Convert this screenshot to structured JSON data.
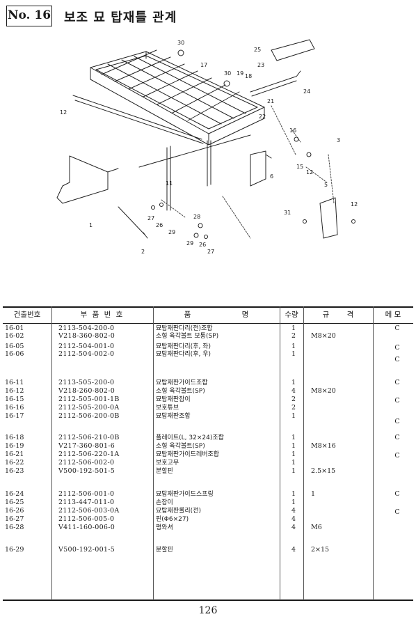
{
  "header": {
    "section_no": "No. 16",
    "title": "보조 묘 탑재틀 관계"
  },
  "diagram": {
    "refs": [
      "30",
      "25",
      "17",
      "30",
      "19",
      "18",
      "23",
      "24",
      "21",
      "22",
      "12",
      "16",
      "15",
      "12",
      "6",
      "11",
      "5",
      "31",
      "12",
      "28",
      "27",
      "26",
      "29",
      "29",
      "26",
      "27",
      "1",
      "2",
      "3"
    ]
  },
  "table": {
    "headers": {
      "no": "건출번호",
      "part_no": "부 품 번 호",
      "name": "품 명",
      "qty": "수량",
      "spec": "규 격",
      "memo": "메 모"
    },
    "rows": [
      {
        "no": "16-01",
        "part": "2113-504-200-0",
        "name": "묘탑재판다리(전)조합",
        "qty": "1",
        "spec": "",
        "memo": "C"
      },
      {
        "no": "16-02",
        "part": "V218-360-802-0",
        "name": "소형 육각볼트 보통(SP)",
        "qty": "2",
        "spec": "M8×20",
        "memo": ""
      },
      {
        "no": "16-05",
        "part": "2112-504-001-0",
        "name": "묘탑재판다리(후, 좌)",
        "qty": "1",
        "spec": "",
        "memo": "C"
      },
      {
        "no": "16-06",
        "part": "2112-504-002-0",
        "name": "묘탑재판다리(후, 우)",
        "qty": "1",
        "spec": "",
        "memo": "C"
      },
      {
        "no": "16-11",
        "part": "2113-505-200-0",
        "name": "묘탑재판가이드조합",
        "qty": "1",
        "spec": "",
        "memo": "C"
      },
      {
        "no": "16-12",
        "part": "V218-260-802-0",
        "name": "소형 육각볼트(SP)",
        "qty": "4",
        "spec": "M8×20",
        "memo": ""
      },
      {
        "no": "16-15",
        "part": "2112-505-001-1B",
        "name": "묘탑재판잡이",
        "qty": "2",
        "spec": "",
        "memo": "C"
      },
      {
        "no": "16-16",
        "part": "2112-505-200-0A",
        "name": "보호튜브",
        "qty": "2",
        "spec": "",
        "memo": ""
      },
      {
        "no": "16-17",
        "part": "2112-506-200-0B",
        "name": "묘탑재판조합",
        "qty": "1",
        "spec": "",
        "memo": "C"
      },
      {
        "no": "16-18",
        "part": "2112-506-210-0B",
        "name": "플레이트(L, 32×24)조합",
        "qty": "1",
        "spec": "",
        "memo": "C"
      },
      {
        "no": "16-19",
        "part": "V217-360-801-6",
        "name": "소형 육각볼트(SP)",
        "qty": "1",
        "spec": "M8×16",
        "memo": ""
      },
      {
        "no": "16-21",
        "part": "2112-506-220-1A",
        "name": "묘탑재판가이드레버조합",
        "qty": "1",
        "spec": "",
        "memo": "C"
      },
      {
        "no": "16-22",
        "part": "2112-506-002-0",
        "name": "보호고무",
        "qty": "1",
        "spec": "",
        "memo": ""
      },
      {
        "no": "16-23",
        "part": "V500-192-501-5",
        "name": "분할핀",
        "qty": "1",
        "spec": "2.5×15",
        "memo": ""
      },
      {
        "no": "16-24",
        "part": "2112-506-001-0",
        "name": "묘탑재판가이드스프링",
        "qty": "1",
        "spec": "1",
        "memo": "C"
      },
      {
        "no": "16-25",
        "part": "2113-447-011-0",
        "name": "손잡이",
        "qty": "1",
        "spec": "",
        "memo": ""
      },
      {
        "no": "16-26",
        "part": "2112-506-003-0A",
        "name": "묘탑재판롤리(전)",
        "qty": "4",
        "spec": "",
        "memo": "C"
      },
      {
        "no": "16-27",
        "part": "2112-506-005-0",
        "name": "핀(Φ6×27)",
        "qty": "4",
        "spec": "",
        "memo": ""
      },
      {
        "no": "16-28",
        "part": "V411-160-006-0",
        "name": "평와셔",
        "qty": "4",
        "spec": "M6",
        "memo": ""
      },
      {
        "no": "16-29",
        "part": "V500-192-001-5",
        "name": "분할핀",
        "qty": "4",
        "spec": "2×15",
        "memo": ""
      }
    ]
  },
  "page_number": "126"
}
